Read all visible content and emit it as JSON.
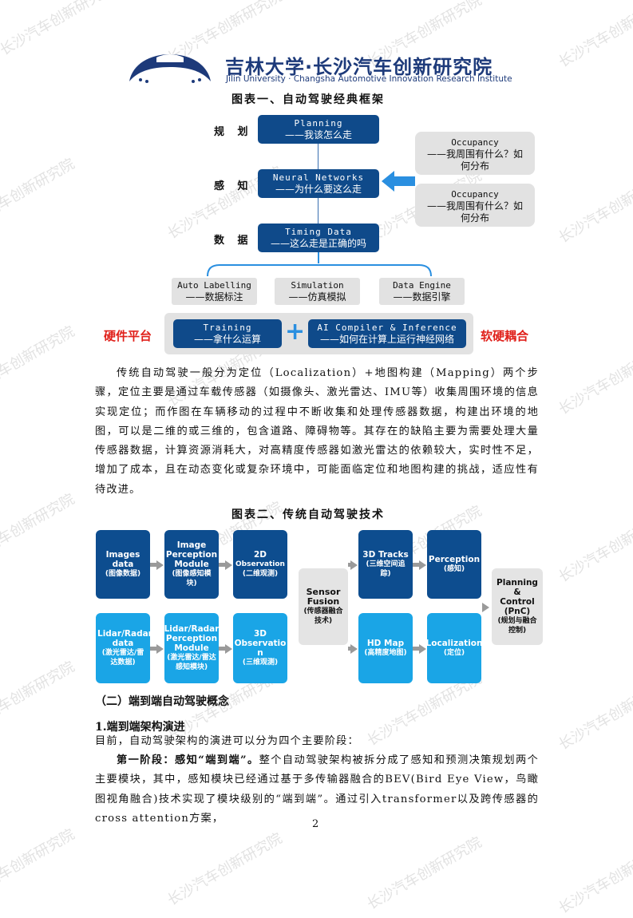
{
  "header": {
    "title_cn": "吉林大学·长沙汽车创新研究院",
    "title_en": "Jilin University · Changsha Automotive Innovation Research Institute"
  },
  "figure1": {
    "title": "图表一、自动驾驶经典框架",
    "row_labels": [
      "规 划",
      "感 知",
      "数 据"
    ],
    "planning": {
      "en": "Planning",
      "cn": "——我该怎么走"
    },
    "neural": {
      "en": "Neural Networks",
      "cn": "——为什么要这么走"
    },
    "timing": {
      "en": "Timing Data",
      "cn": "——这么走是正确的吗"
    },
    "occupancy": [
      {
        "en": "Occupancy",
        "cn1": "——我周围有什么？如",
        "cn2": "何分布"
      },
      {
        "en": "Occupancy",
        "cn1": "——我周围有什么？如",
        "cn2": "何分布"
      }
    ],
    "data_items": [
      {
        "en": "Auto Labelling",
        "cn": "——数据标注"
      },
      {
        "en": "Simulation",
        "cn": "——仿真模拟"
      },
      {
        "en": "Data Engine",
        "cn": "——数据引擎"
      }
    ],
    "hardware_label": "硬件平台",
    "software_label": "软硬耦合",
    "training": {
      "en": "Training",
      "cn": "——拿什么运算"
    },
    "plus": "+",
    "compiler": {
      "en": "AI Compiler & Inference",
      "cn": "——如何在计算上运行神经网络"
    }
  },
  "paragraph1": "传统自动驾驶一般分为定位（Localization）+地图构建（Mapping）两个步骤，定位主要是通过车载传感器（如摄像头、激光雷达、IMU等）收集周围环境的信息实现定位；而作图在车辆移动的过程中不断收集和处理传感器数据，构建出环境的地图，可以是二维的或三维的，包含道路、障碍物等。其存在的缺陷主要为需要处理大量传感器数据，计算资源消耗大，对高精度传感器如激光雷达的依赖较大，实时性不足，增加了成本，且在动态变化或复杂环境中，可能面临定位和地图构建的挑战，适应性有待改进。",
  "figure2": {
    "title": "图表二、传统自动驾驶技术",
    "images_data": {
      "t": "Images data",
      "s": "(图像数据)"
    },
    "image_module": {
      "t1": "Image",
      "t2": "Perception",
      "t3": "Module",
      "s": "(图像感知模块)"
    },
    "obs2d": {
      "t": "2D",
      "s1": "Observation",
      "s2": "(二维观测)"
    },
    "lidar_data": {
      "t": "Lidar/Radar data",
      "s": "(激光雷达/雷达数据)"
    },
    "lidar_module": {
      "t1": "Lidar/Radar",
      "t2": "Perception",
      "t3": "Module",
      "s": "(激光雷达/雷达感知模块)"
    },
    "obs3d": {
      "t1": "3D",
      "t2": "Observatio",
      "t3": "n",
      "s": "(三维观测)"
    },
    "fusion": {
      "t1": "Sensor",
      "t2": "Fusion",
      "s": "(传感器融合技术)"
    },
    "tracks": {
      "t": "3D Tracks",
      "s": "(三维空间追踪)"
    },
    "perception": {
      "t": "Perception",
      "s": "(感知)"
    },
    "hdmap": {
      "t": "HD Map",
      "s": "(高精度地图)"
    },
    "localization": {
      "t": "Localization",
      "s": "(定位)"
    },
    "pnc": {
      "t1": "Planning",
      "t2": "&",
      "t3": "Control",
      "t4": "(PnC)",
      "s": "(规划与融合控制)"
    }
  },
  "section_heading": "（二）端到端自动驾驶概念",
  "sub_heading": "1.端到端架构演进",
  "paragraph2": "目前，自动驾驶架构的演进可以分为四个主要阶段：",
  "paragraph3_bold": "第一阶段：感知“端到端”。",
  "paragraph3": "整个自动驾驶架构被拆分成了感知和预测决策规划两个主要模块，其中，感知模块已经通过基于多传输器融合的BEV(Bird Eye View，鸟瞰图视角融合)技术实现了模块级别的“端到端”。通过引入transformer以及跨传感器的cross attention方案，",
  "page_number": "2",
  "watermark": "长沙汽车创新研究院",
  "colors": {
    "dark_blue": "#0f4a8a",
    "light_blue": "#1aa5e6",
    "red": "#e0201a",
    "gray": "#e2e2e2"
  }
}
